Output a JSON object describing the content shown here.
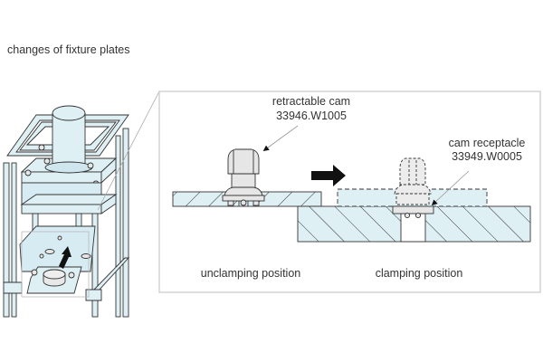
{
  "caption": "changes of fixture plates",
  "callouts": {
    "retractable_cam": {
      "name": "retractable cam",
      "part_no": "33946.W1005"
    },
    "cam_receptacle": {
      "name": "cam receptacle",
      "part_no": "33949.W0005"
    }
  },
  "positions": {
    "unclamping": "unclamping position",
    "clamping": "clamping position"
  },
  "colors": {
    "part_fill": "#dff0f5",
    "cam_fill": "#e6e6e6",
    "outline": "#333333",
    "frame_border": "#c8c8c8",
    "arrow": "#000000"
  }
}
